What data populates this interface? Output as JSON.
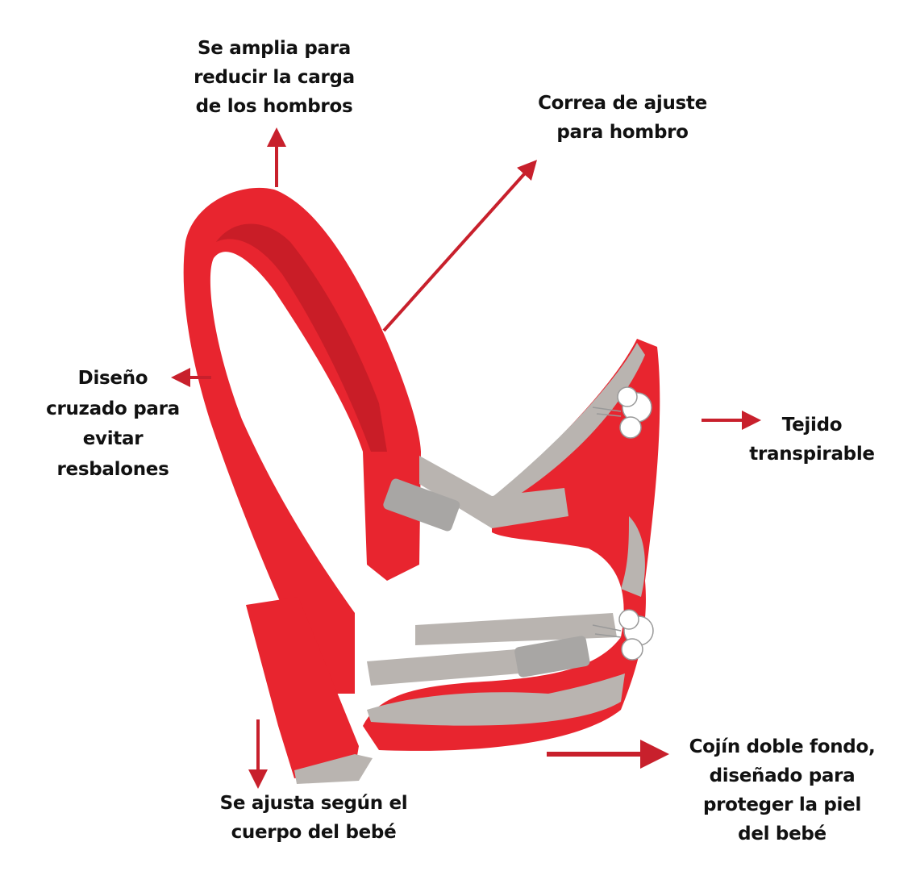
{
  "colors": {
    "arrow": "#c8202c",
    "fabric": "#e8252f",
    "strap": "#b9b4b0",
    "buckle": "#a8a6a4"
  },
  "annotations": [
    {
      "id": "shoulder-width",
      "lines": [
        "Se amplia para",
        "reducir la carga",
        "de los hombros"
      ]
    },
    {
      "id": "shoulder-strap",
      "lines": [
        "Correa de ajuste",
        "para hombro"
      ]
    },
    {
      "id": "cross-design",
      "lines": [
        "Diseño",
        "cruzado para",
        "evitar",
        "resbalones"
      ]
    },
    {
      "id": "breathable-fabric",
      "lines": [
        "Tejido",
        "transpirable"
      ]
    },
    {
      "id": "body-adjust",
      "lines": [
        "Se ajusta según el",
        "cuerpo del bebé"
      ]
    },
    {
      "id": "double-cushion",
      "lines": [
        "Cojín doble fondo,",
        "diseñado para",
        "proteger la piel",
        "del bebé"
      ]
    }
  ],
  "icons": [
    "arrow-up-icon",
    "arrow-diagonal-icon",
    "arrow-left-icon",
    "arrow-right-icon",
    "arrow-down-icon",
    "breath-cloud-icon"
  ]
}
